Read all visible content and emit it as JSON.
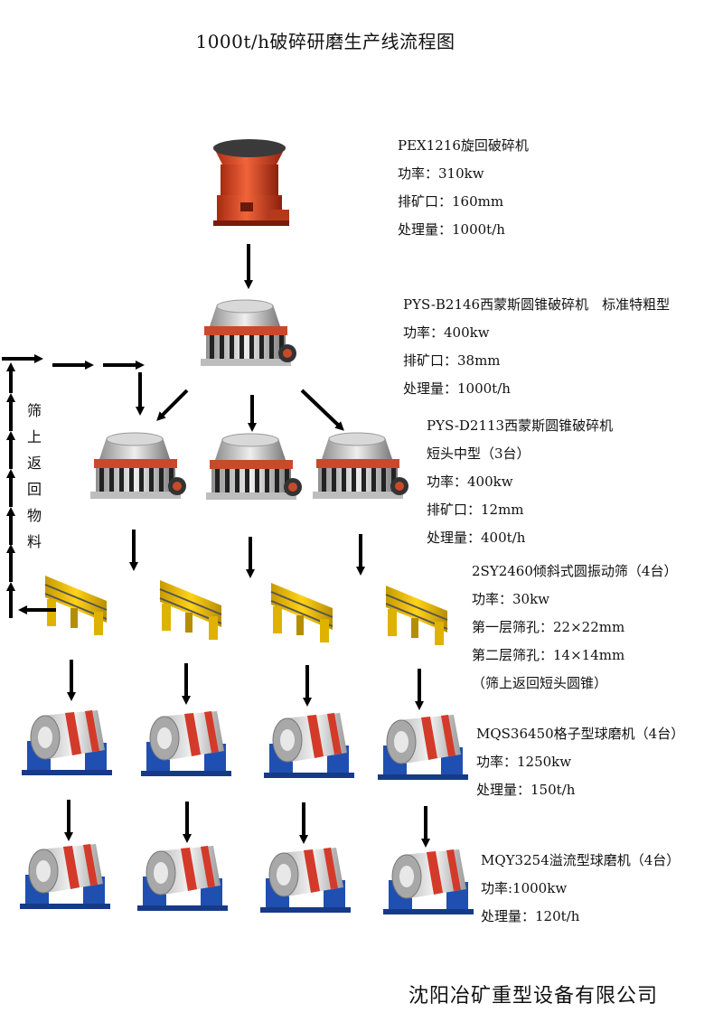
{
  "title": "1000t/h破碎研磨生产线流程图",
  "footer": "沈阳冶矿重型设备有限公司",
  "recirc_label": [
    "筛",
    "上",
    "返",
    "回",
    "物",
    "料"
  ],
  "specs": {
    "gyratory": [
      "PEX1216旋回破碎机",
      "功率：310kw",
      "排矿口：160mm",
      "处理量：1000t/h"
    ],
    "cone_coarse": [
      "PYS-B2146西蒙斯圆锥破碎机　标准特粗型",
      "功率：400kw",
      "排矿口：38mm",
      "处理量：1000t/h"
    ],
    "cone_short": [
      "PYS-D2113西蒙斯圆锥破碎机",
      "短头中型（3台）",
      "功率：400kw",
      "排矿口：12mm",
      "处理量：400t/h"
    ],
    "screen": [
      "2SY2460倾斜式圆振动筛（4台）",
      "功率：30kw",
      "第一层筛孔：22×22mm",
      "第二层筛孔：14×14mm",
      "（筛上返回短头圆锥）"
    ],
    "grate_mill": [
      "MQS36450格子型球磨机（4台）",
      "功率：1250kw",
      "处理量：150t/h"
    ],
    "overflow_mill": [
      "MQY3254溢流型球磨机（4台）",
      "功率:1000kw",
      "处理量：120t/h"
    ]
  },
  "colors": {
    "crusher_orange": "#e0502a",
    "cone_grey": "#c9c9c9",
    "screen_yellow": "#f2c200",
    "mill_red": "#d43a2a",
    "mill_blue": "#1f4fb0",
    "arrow": "#000000"
  }
}
